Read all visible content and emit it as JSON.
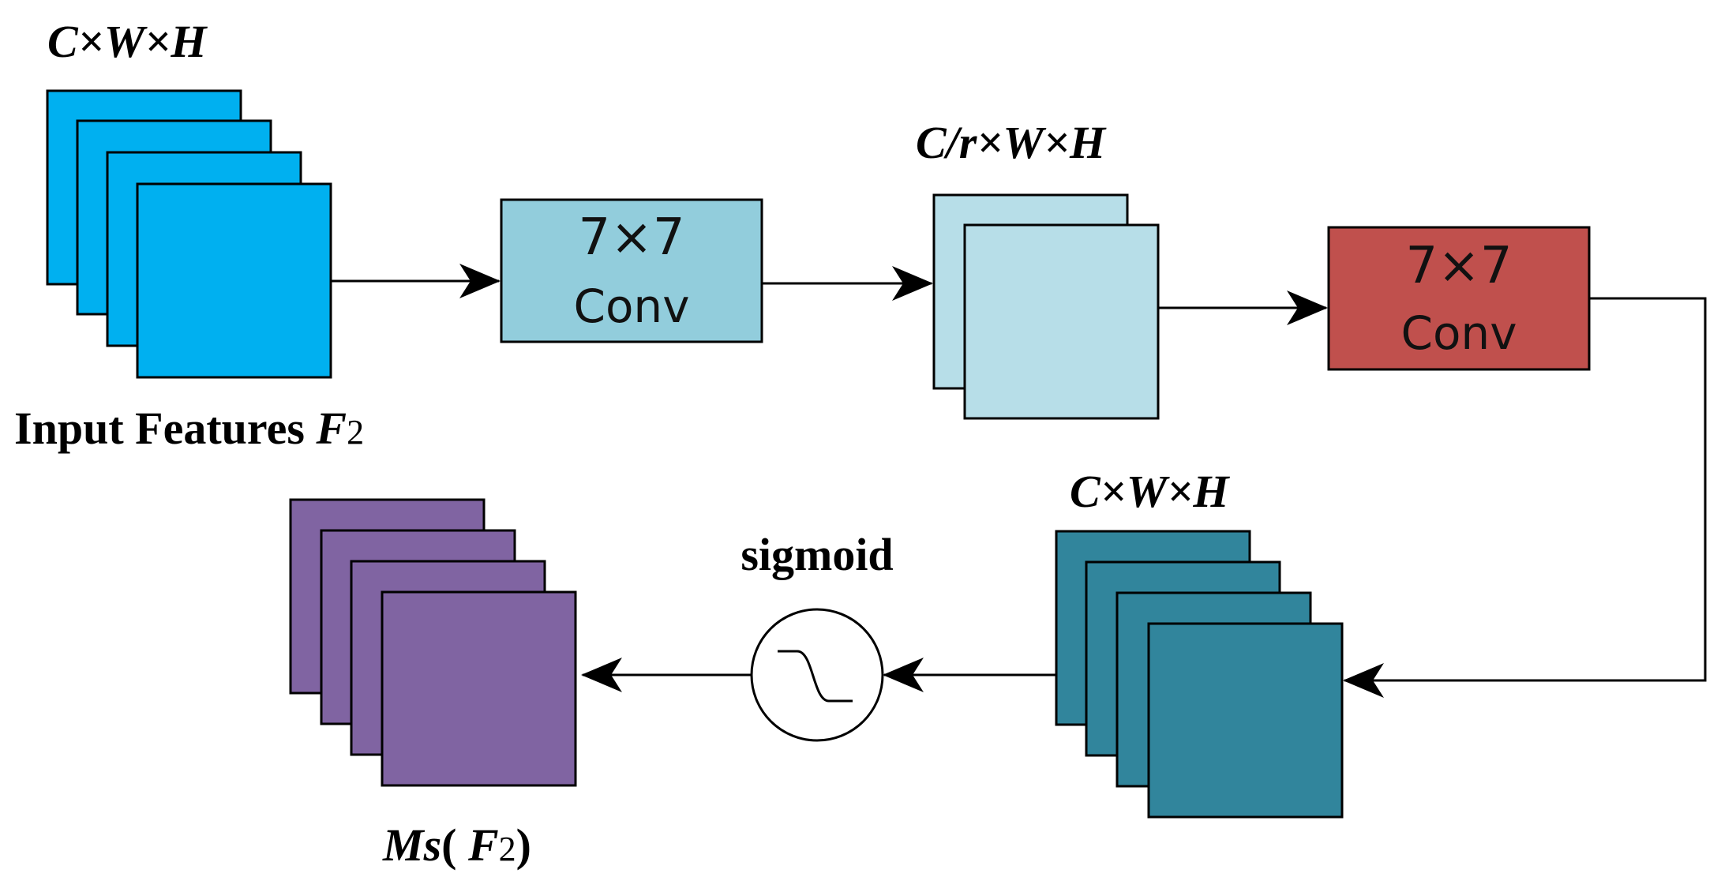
{
  "labels": {
    "input_dims": "C×W×H",
    "input_title": "Input Features ",
    "input_var": "F",
    "input_sub": "2",
    "mid_dims": "C/r×W×H",
    "out_dims": "C×W×H",
    "sigmoid": "sigmoid",
    "output_fn": "Ms",
    "output_open": "( ",
    "output_var": "F",
    "output_sub": "2",
    "output_close": ")"
  },
  "conv1": {
    "line1": "7×7",
    "line2": "Conv"
  },
  "conv2": {
    "line1": "7×7",
    "line2": "Conv"
  },
  "colors": {
    "input_stack": "#00B0F0",
    "conv1": "#92CDDC",
    "mid_stack": "#B7DEE8",
    "conv2": "#C0504D",
    "out_stack": "#31859C",
    "result_stack": "#8064A2"
  },
  "icons": {
    "sigmoid": "sigmoid-curve-icon"
  }
}
